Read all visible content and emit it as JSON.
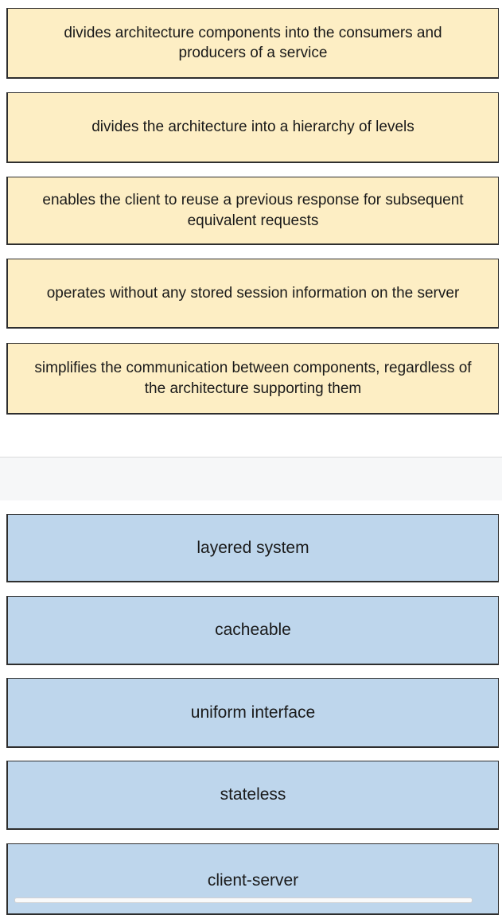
{
  "descriptions": [
    "divides architecture components into the consumers and producers of a service",
    "divides the architecture into a hierarchy of levels",
    "enables the client to reuse a previous response for subsequent equivalent requests",
    "operates without any stored session information on the server",
    "simplifies the communication between components, regardless of the architecture supporting them"
  ],
  "terms": [
    "layered system",
    "cacheable",
    "uniform interface",
    "stateless",
    "client-server"
  ],
  "colors": {
    "description_card": "#fdeec4",
    "term_card": "#bed6ec",
    "border": "#2e2e2e"
  }
}
